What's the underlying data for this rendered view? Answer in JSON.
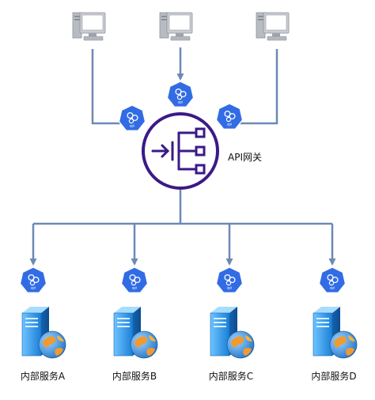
{
  "gateway": {
    "label": "API网关",
    "color": "#3b1a86"
  },
  "clients": [
    {
      "name": "computer-1"
    },
    {
      "name": "computer-2"
    },
    {
      "name": "computer-3"
    }
  ],
  "services": [
    {
      "label": "内部服务A"
    },
    {
      "label": "内部服务B"
    },
    {
      "label": "内部服务C"
    },
    {
      "label": "内部服务D"
    }
  ],
  "colors": {
    "connector": "#6d89b3",
    "api_badge": "#326ce5",
    "server_blue": "#1f8fe0",
    "computer_gray": "#a7abb3"
  }
}
